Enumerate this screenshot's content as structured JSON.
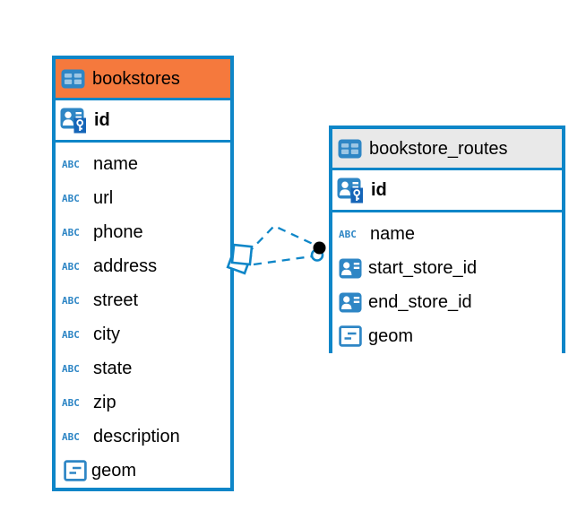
{
  "colors": {
    "table_border": "#0E86C8",
    "bookstores_header": "#F5793D",
    "routes_header": "#E9E9E9",
    "icon_blue": "#2E86C5",
    "icon_cell_blue": "#9CC6E4",
    "key_badge_blue": "#1565B8",
    "connector_blue": "#0E86C8",
    "endpoint_black": "#000000"
  },
  "icons": {
    "text_type_glyph": "ABC"
  },
  "tables": [
    {
      "name": "bookstores",
      "primary_key": "id",
      "columns": [
        {
          "name": "name",
          "type": "text"
        },
        {
          "name": "url",
          "type": "text"
        },
        {
          "name": "phone",
          "type": "text"
        },
        {
          "name": "address",
          "type": "text"
        },
        {
          "name": "street",
          "type": "text"
        },
        {
          "name": "city",
          "type": "text"
        },
        {
          "name": "state",
          "type": "text"
        },
        {
          "name": "zip",
          "type": "text"
        },
        {
          "name": "description",
          "type": "text"
        },
        {
          "name": "geom",
          "type": "geometry"
        }
      ]
    },
    {
      "name": "bookstore_routes",
      "primary_key": "id",
      "columns": [
        {
          "name": "name",
          "type": "text"
        },
        {
          "name": "start_store_id",
          "type": "foreign-key"
        },
        {
          "name": "end_store_id",
          "type": "foreign-key"
        },
        {
          "name": "geom",
          "type": "geometry"
        }
      ]
    }
  ],
  "relationship": {
    "style": "dashed",
    "between": "bookstores — bookstore_routes"
  }
}
